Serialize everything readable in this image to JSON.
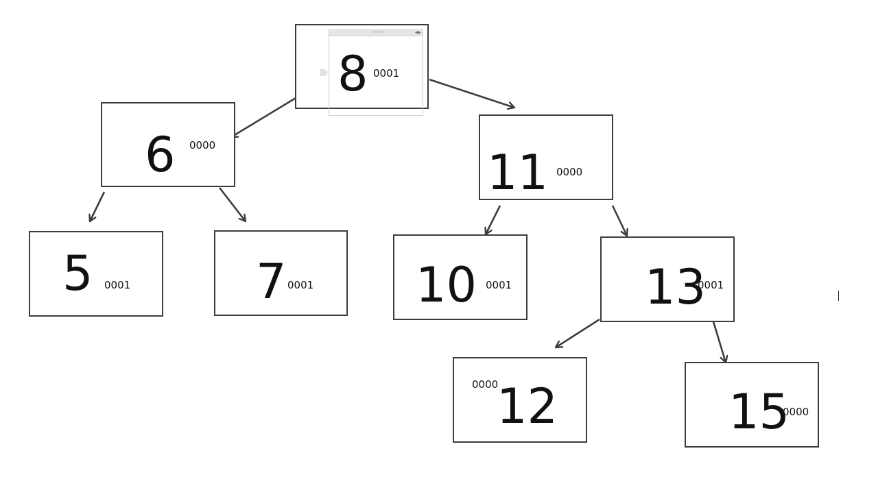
{
  "colors": {
    "stroke": "#3c3c3c",
    "text": "#111111",
    "background": "#ffffff",
    "overlay_border": "#cfcfcf"
  },
  "nodes": {
    "n8": {
      "value": "8",
      "code": "0001"
    },
    "n6": {
      "value": "6",
      "code": "0000"
    },
    "n11": {
      "value": "11",
      "code": "0000"
    },
    "n5": {
      "value": "5",
      "code": "0001"
    },
    "n7": {
      "value": "7",
      "code": "0001"
    },
    "n10": {
      "value": "10",
      "code": "0001"
    },
    "n13": {
      "value": "13",
      "code": "0001"
    },
    "n12": {
      "value": "12",
      "code": "0000"
    },
    "n15": {
      "value": "15",
      "code": "0000"
    }
  },
  "edges": [
    {
      "from": "8",
      "to": "6"
    },
    {
      "from": "8",
      "to": "11"
    },
    {
      "from": "6",
      "to": "5"
    },
    {
      "from": "6",
      "to": "7"
    },
    {
      "from": "11",
      "to": "10"
    },
    {
      "from": "11",
      "to": "13"
    },
    {
      "from": "13",
      "to": "12"
    },
    {
      "from": "13",
      "to": "15"
    }
  ],
  "overlay": {
    "grip_icon": "grip-dots-icon",
    "close_icon": "close-arrows-icon",
    "handle_icon": "play-handle-icon"
  },
  "cursor": {
    "icon": "text-caret-icon"
  }
}
